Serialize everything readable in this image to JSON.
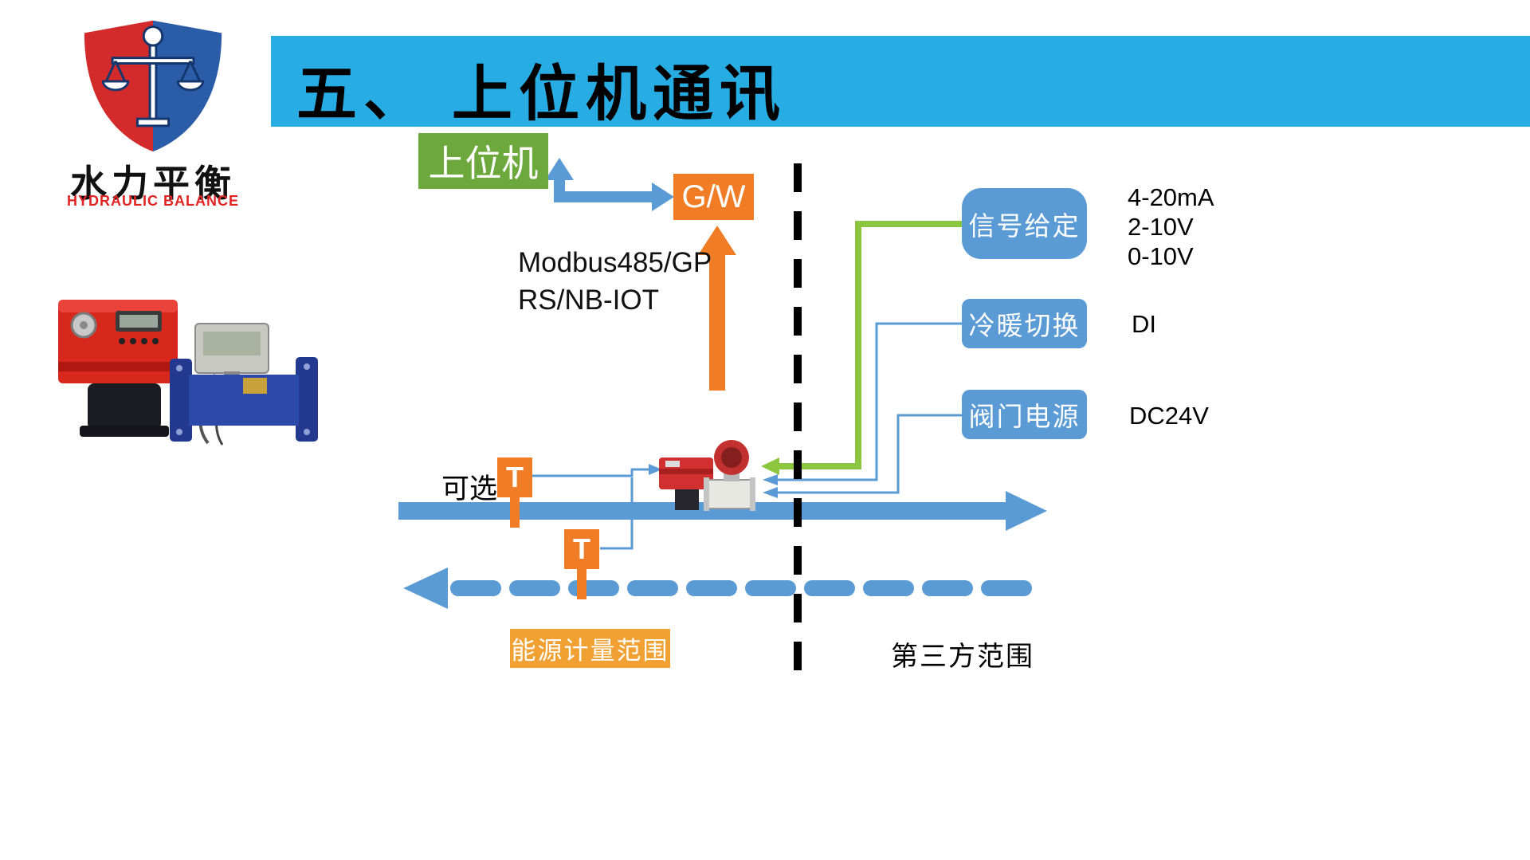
{
  "logo": {
    "name": "水力平衡",
    "name_en": "HYDRAULIC BALANCE"
  },
  "header": {
    "title": "五、 上位机通讯"
  },
  "nodes": {
    "host": "上位机",
    "gateway": "G/W",
    "protocol_line1": "Modbus485/GP",
    "protocol_line2": "RS/NB-IOT",
    "signal": "信号给定",
    "signal_values": [
      "4-20mA",
      "2-10V",
      "0-10V"
    ],
    "mode_switch": "冷暖切换",
    "mode_value": "DI",
    "valve_power": "阀门电源",
    "valve_power_value": "DC24V",
    "optional": "可选",
    "temp_sensor": "T",
    "energy_range": "能源计量范围",
    "third_party": "第三方范围"
  },
  "colors": {
    "header_bar": "#27ACE3",
    "host_green": "#6CA83C",
    "orange": "#F07D26",
    "energy_orange": "#F0A132",
    "node_blue": "#5B9BD5",
    "pipe_blue": "#5B9BD5",
    "signal_green": "#8CC63F",
    "divider_black": "#000000",
    "logo_red": "#D32B2B",
    "logo_blue": "#2B5CA8"
  }
}
